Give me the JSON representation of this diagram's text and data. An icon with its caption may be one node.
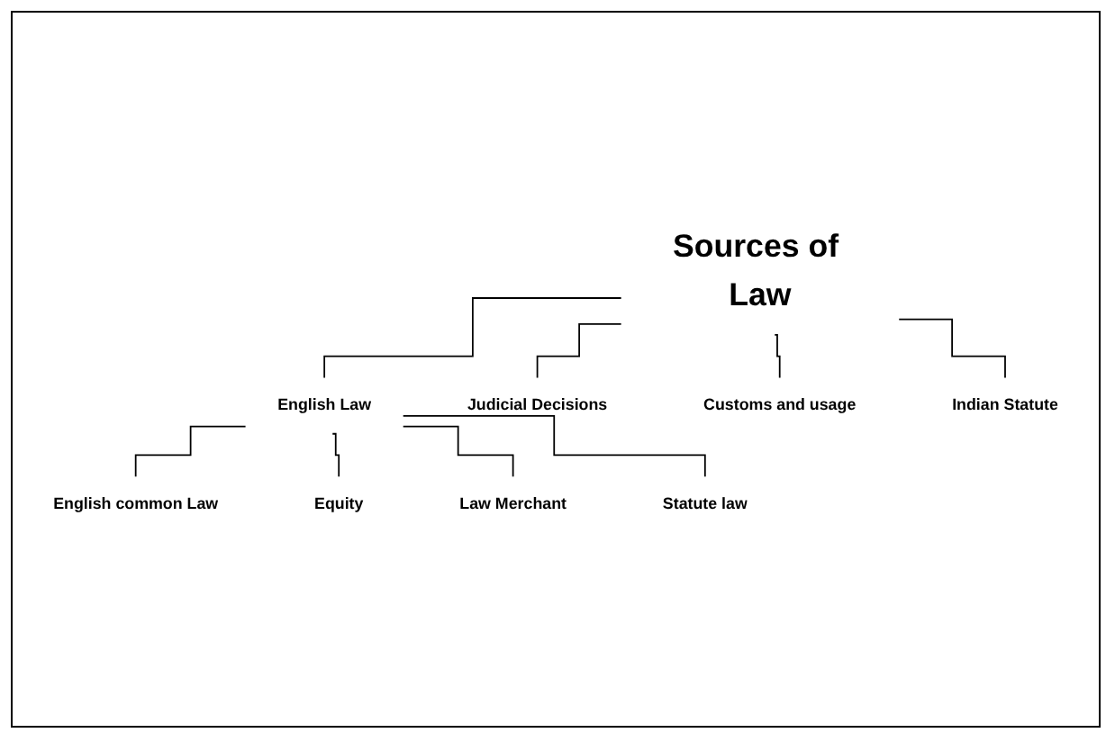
{
  "diagram": {
    "nodes": [
      {
        "text": [
          "Sources of Law"
        ]
      },
      {
        "text": [
          "English Law"
        ]
      },
      {
        "text": [
          "Judicial Decisions"
        ]
      },
      {
        "text": [
          "Customs and usage"
        ]
      },
      {
        "text": [
          "Indian Statute"
        ]
      },
      {
        "text": [
          "English common Law"
        ]
      },
      {
        "text": [
          "Equity"
        ]
      },
      {
        "text": [
          "Law Merchant"
        ]
      },
      {
        "text": [
          "Statute law"
        ]
      }
    ],
    "edges": [
      {
        "from": 0,
        "to": 1,
        "arrow": "none"
      },
      {
        "from": 0,
        "to": 2,
        "arrow": "none"
      },
      {
        "from": 0,
        "to": 3,
        "arrow": "none"
      },
      {
        "from": 0,
        "to": 4,
        "arrow": "none"
      },
      {
        "from": 1,
        "to": 5,
        "arrow": "none"
      },
      {
        "from": 1,
        "to": 6,
        "arrow": "none"
      },
      {
        "from": 1,
        "to": 7,
        "arrow": "none"
      },
      {
        "from": 1,
        "to": 8,
        "arrow": "none"
      }
    ]
  }
}
